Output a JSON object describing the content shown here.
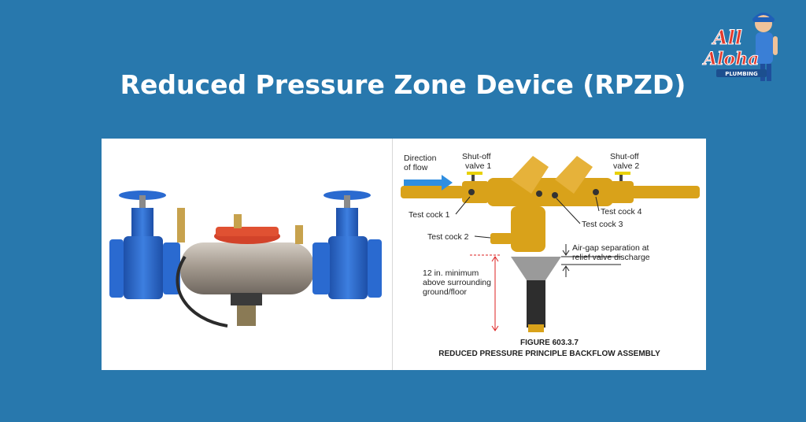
{
  "page": {
    "title": "Reduced Pressure Zone Device (RPZD)"
  },
  "logo": {
    "line1": "All",
    "line2": "Aloha",
    "line3": "PLUMBING"
  },
  "diagram": {
    "direction_label_1": "Direction",
    "direction_label_2": "of flow",
    "shutoff1_line1": "Shut-off",
    "shutoff1_line2": "valve 1",
    "shutoff2_line1": "Shut-off",
    "shutoff2_line2": "valve 2",
    "test_cock_1": "Test cock 1",
    "test_cock_2": "Test cock 2",
    "test_cock_3": "Test cock 3",
    "test_cock_4": "Test cock 4",
    "airgap_line1": "Air-gap separation at",
    "airgap_line2": "relief valve discharge",
    "min_line1": "12 in. minimum",
    "min_line2": "above surrounding",
    "min_line3": "ground/floor",
    "figure_number": "FIGURE 603.3.7",
    "figure_caption": "REDUCED PRESSURE PRINCIPLE BACKFLOW ASSEMBLY"
  },
  "colors": {
    "background": "#2878ad",
    "valve_blue": "#2a6ad0",
    "brass": "#d9a21a",
    "flow_arrow": "#2f8ee0"
  }
}
